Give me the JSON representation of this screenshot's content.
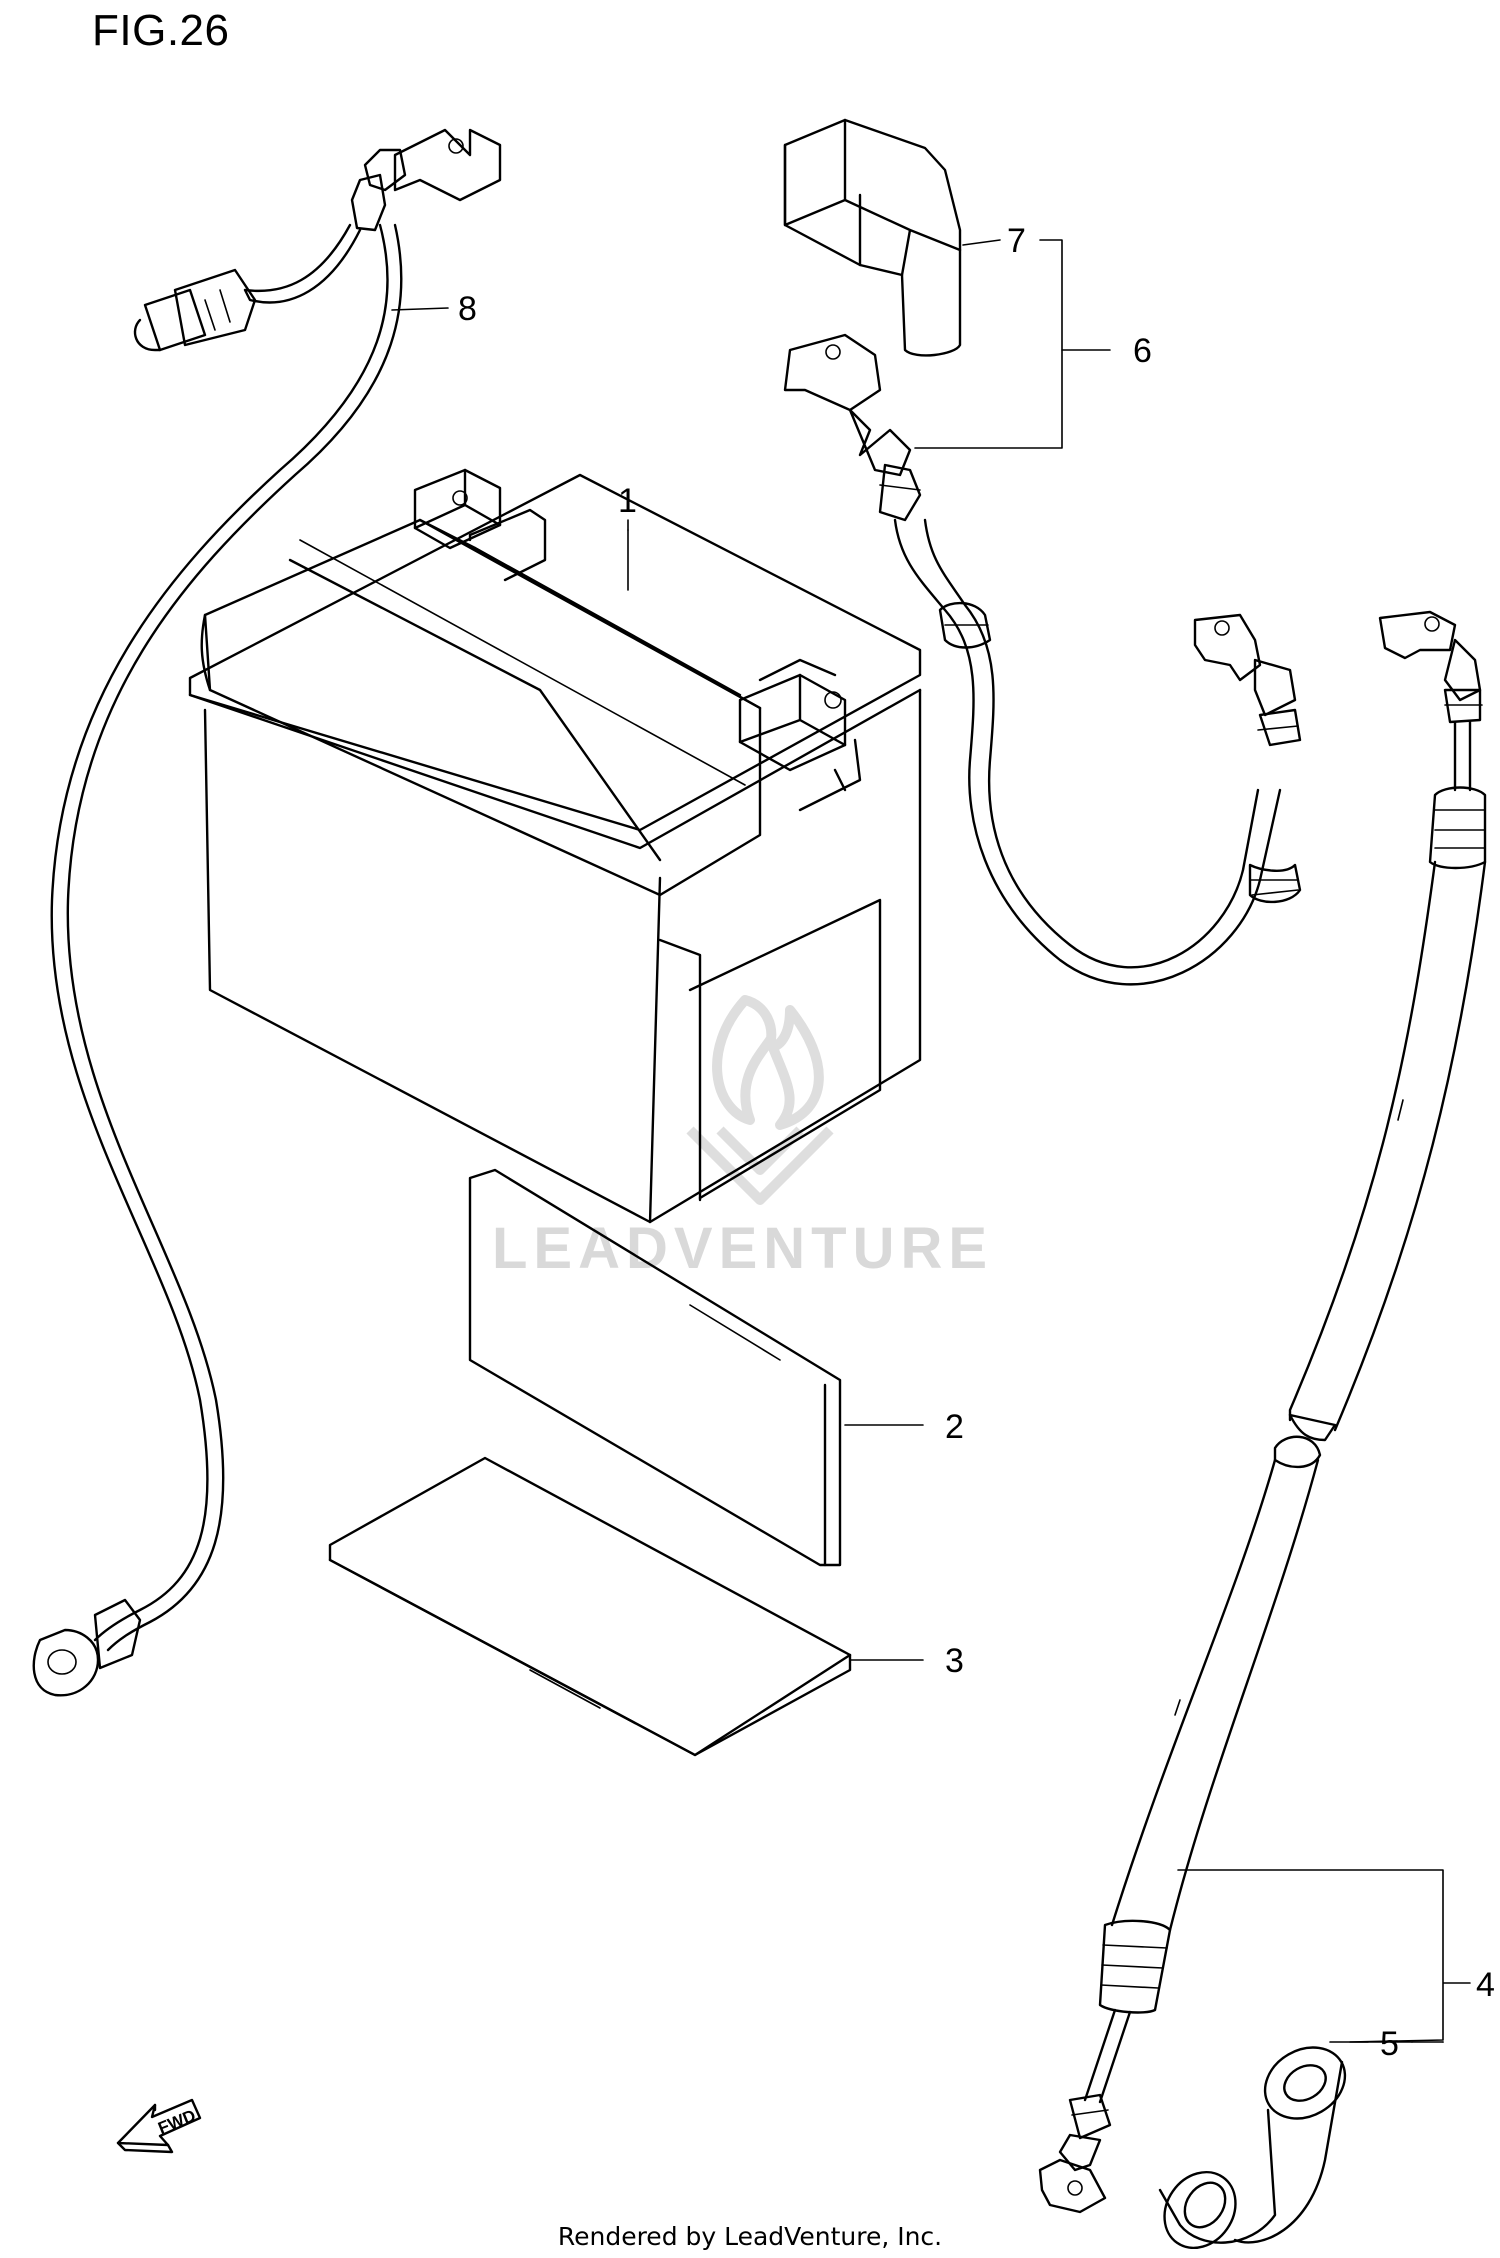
{
  "figure": {
    "title": "FIG.26"
  },
  "callouts": [
    {
      "id": "1",
      "label": "1"
    },
    {
      "id": "2",
      "label": "2"
    },
    {
      "id": "3",
      "label": "3"
    },
    {
      "id": "4",
      "label": "4"
    },
    {
      "id": "5",
      "label": "5"
    },
    {
      "id": "6",
      "label": "6"
    },
    {
      "id": "7",
      "label": "7"
    },
    {
      "id": "8",
      "label": "8"
    }
  ],
  "direction_arrow": {
    "label": "FWD"
  },
  "watermark": {
    "text": "LEADVENTURE"
  },
  "footer": {
    "text": "Rendered by LeadVenture, Inc."
  }
}
